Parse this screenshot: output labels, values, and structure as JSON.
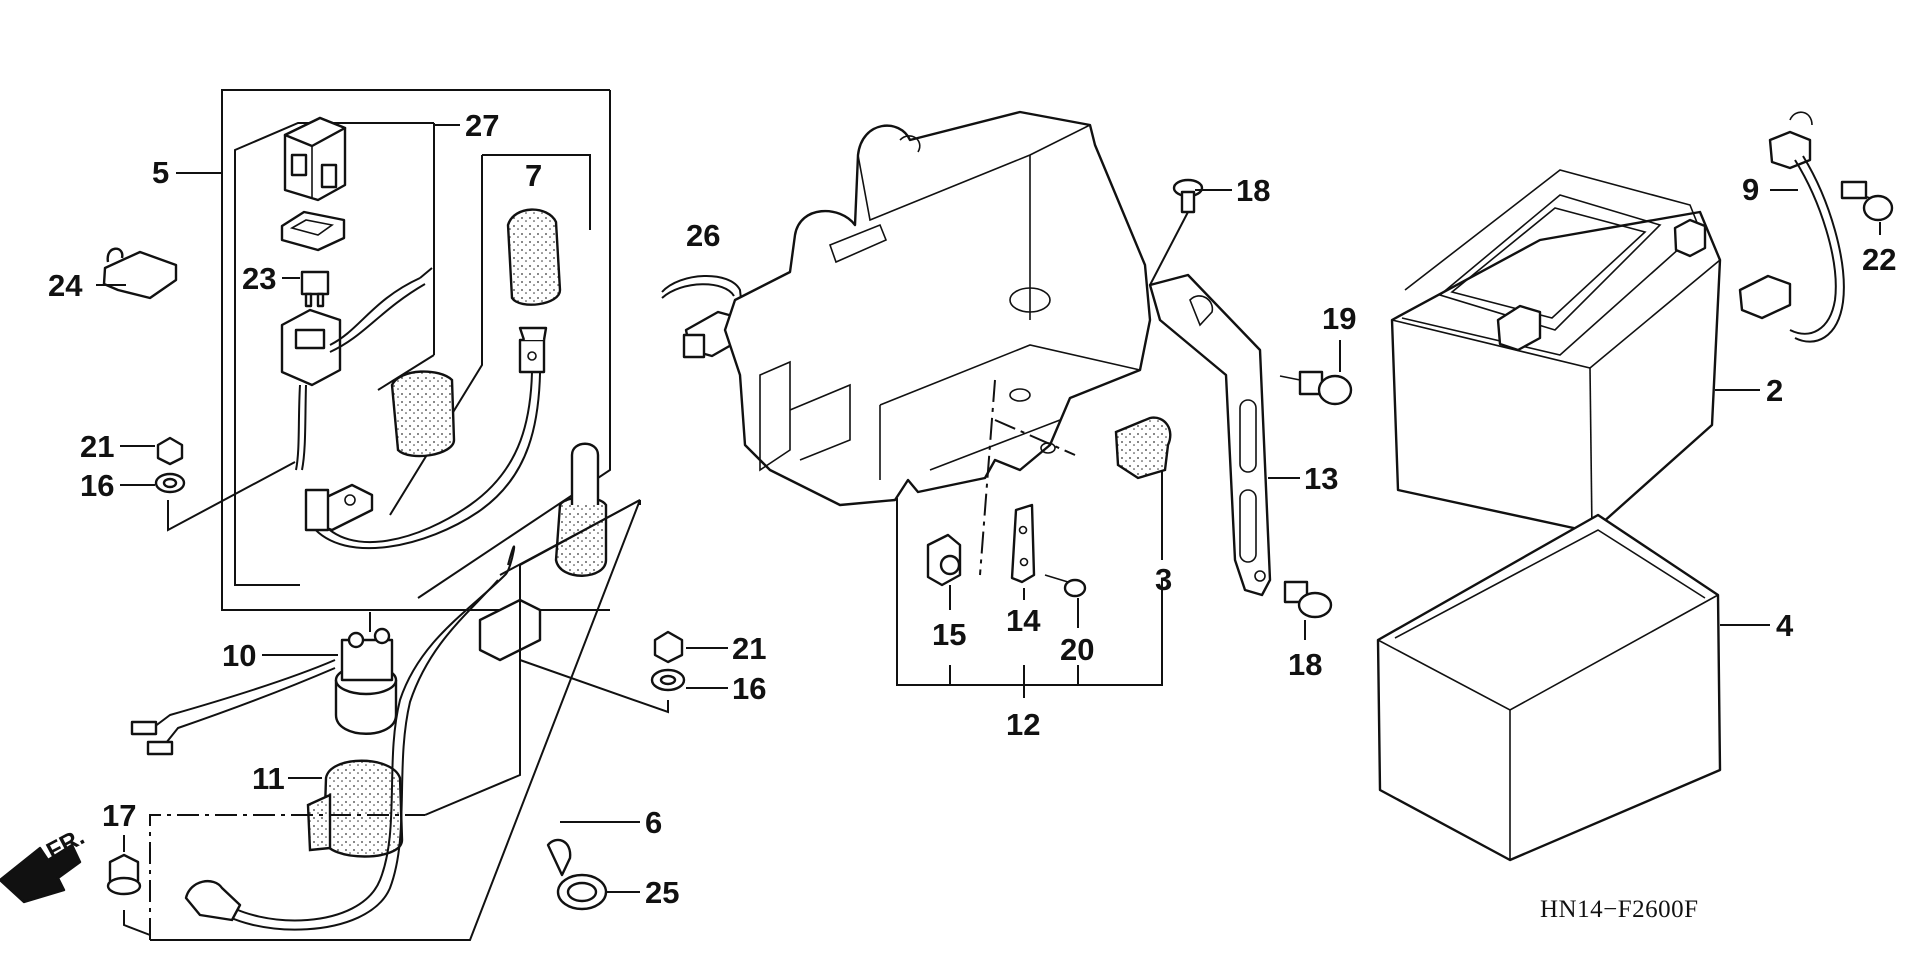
{
  "diagram": {
    "code": "HN14−F2600F",
    "front_arrow_label": "FR.",
    "callouts": [
      {
        "id": "c1",
        "text": "27"
      },
      {
        "id": "c2",
        "text": "5"
      },
      {
        "id": "c3",
        "text": "7"
      },
      {
        "id": "c4",
        "text": "24"
      },
      {
        "id": "c5",
        "text": "23"
      },
      {
        "id": "c6",
        "text": "21"
      },
      {
        "id": "c7",
        "text": "16"
      },
      {
        "id": "c8",
        "text": "10"
      },
      {
        "id": "c9",
        "text": "11"
      },
      {
        "id": "c10",
        "text": "17"
      },
      {
        "id": "c11",
        "text": "6"
      },
      {
        "id": "c12",
        "text": "25"
      },
      {
        "id": "c13",
        "text": "21"
      },
      {
        "id": "c14",
        "text": "16"
      },
      {
        "id": "c15",
        "text": "26"
      },
      {
        "id": "c16",
        "text": "18"
      },
      {
        "id": "c17",
        "text": "19"
      },
      {
        "id": "c18",
        "text": "13"
      },
      {
        "id": "c19",
        "text": "3"
      },
      {
        "id": "c20",
        "text": "15"
      },
      {
        "id": "c21",
        "text": "14"
      },
      {
        "id": "c22",
        "text": "20"
      },
      {
        "id": "c23",
        "text": "12"
      },
      {
        "id": "c24",
        "text": "18"
      },
      {
        "id": "c25",
        "text": "9"
      },
      {
        "id": "c26",
        "text": "22"
      },
      {
        "id": "c27",
        "text": "2"
      },
      {
        "id": "c28",
        "text": "4"
      }
    ]
  }
}
